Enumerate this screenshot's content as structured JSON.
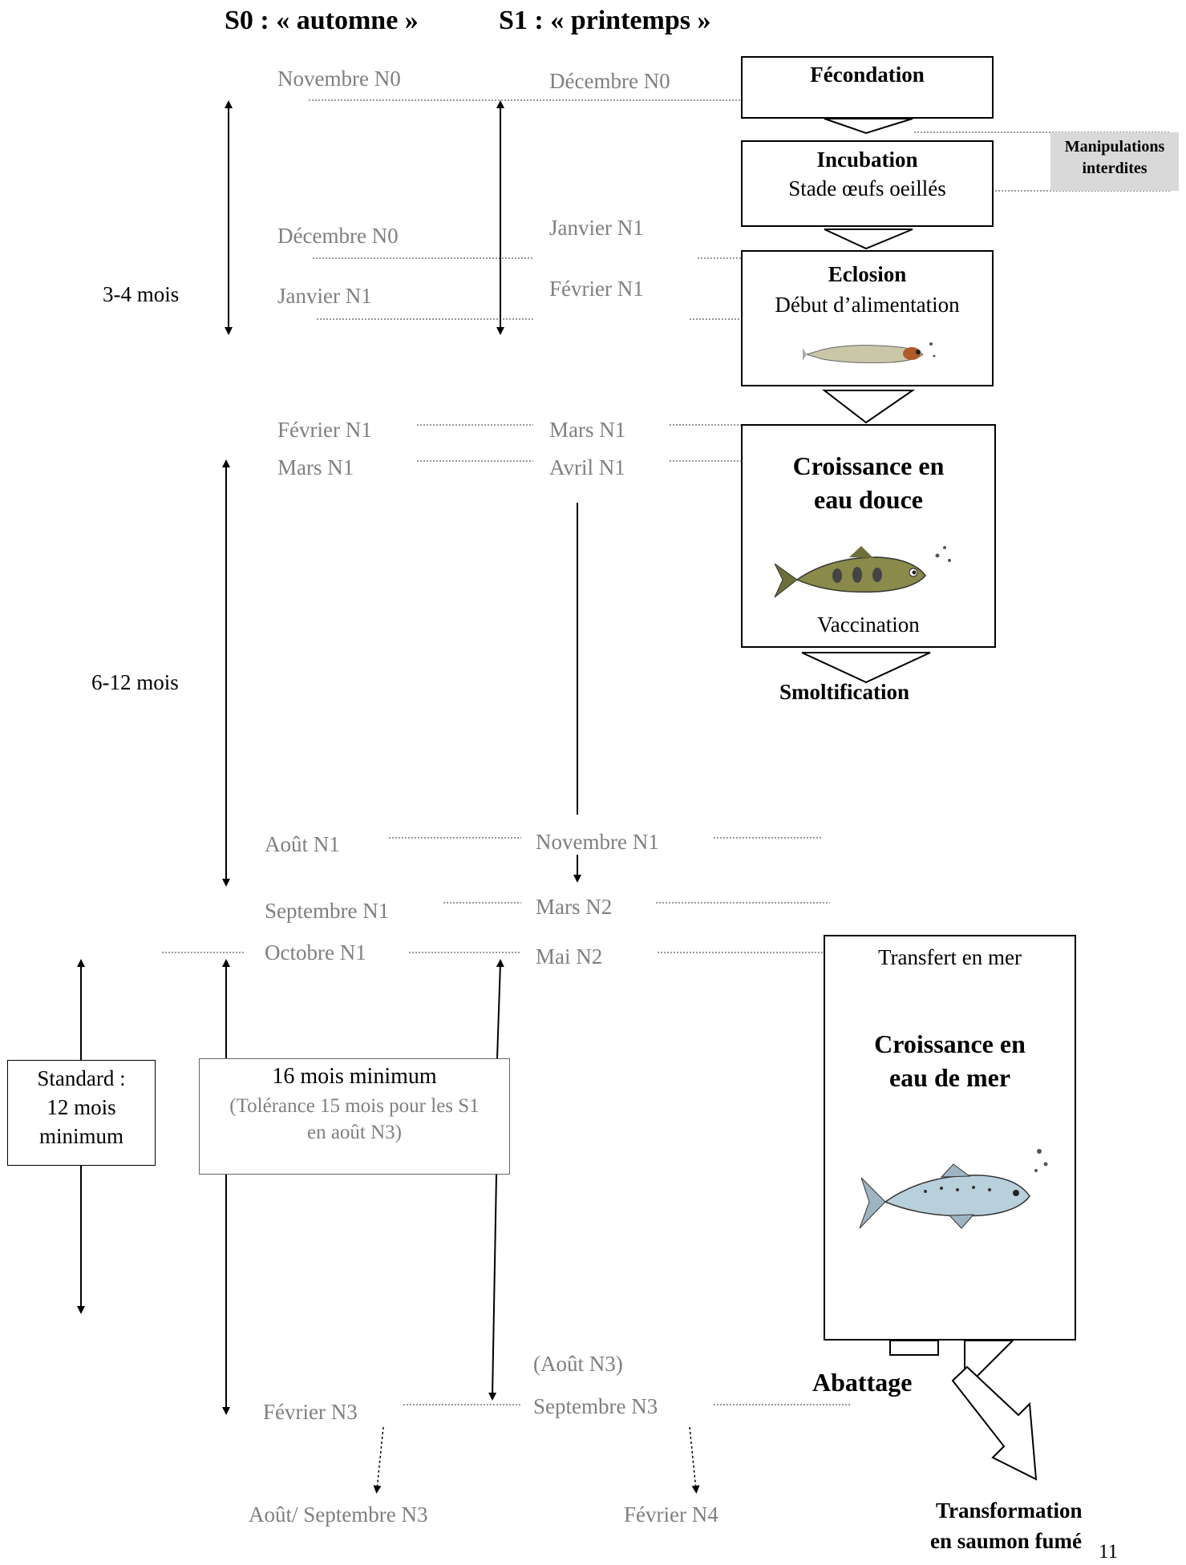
{
  "headers": {
    "s0": "S0 : « automne »",
    "s1": "S1 : « printemps »"
  },
  "col_s0": {
    "nov_n0": "Novembre N0",
    "dec_n0": "Décembre N0",
    "jan_n1": "Janvier N1",
    "fev_n1": "Février N1",
    "mars_n1": "Mars N1",
    "aout_n1": "Août N1",
    "sept_n1": "Septembre N1",
    "oct_n1": "Octobre N1",
    "fev_n3": "Février N3",
    "aout_sept_n3": "Août/ Septembre N3"
  },
  "col_s1": {
    "dec_n0": "Décembre N0",
    "jan_n1": "Janvier N1",
    "fev_n1": "Février N1",
    "mars_n1": "Mars N1",
    "avril_n1": "Avril N1",
    "nov_n1": "Novembre N1",
    "mars_n2": "Mars N2",
    "mai_n2": "Mai N2",
    "aout_n3": "(Août N3)",
    "sept_n3": "Septembre N3",
    "fev_n4": "Février N4"
  },
  "durations": {
    "d1": "3-4 mois",
    "d2": "6-12 mois",
    "standard": [
      "Standard :",
      "12 mois",
      "minimum"
    ],
    "min16": "16 mois minimum",
    "tolerance": [
      "(Tolérance 15 mois pour les S1",
      "en août N3)"
    ]
  },
  "stages": {
    "fecondation": "Fécondation",
    "incubation": "Incubation",
    "oeufs": "Stade œufs oeillés",
    "manipulations": [
      "Manipulations",
      "interdites"
    ],
    "eclosion": "Eclosion",
    "alimentation": "Début d’alimentation",
    "croissance_douce": [
      "Croissance en",
      "eau douce"
    ],
    "vaccination": "Vaccination",
    "smoltification": "Smoltification",
    "transfert": "Transfert en mer",
    "croissance_mer": [
      "Croissance en",
      "eau de mer"
    ],
    "abattage": "Abattage",
    "transformation": [
      "Transformation",
      "en saumon fumé"
    ]
  },
  "page_number": "11",
  "colors": {
    "grey_text": "#7f7f7f",
    "note_bg": "#d9d9d9"
  }
}
